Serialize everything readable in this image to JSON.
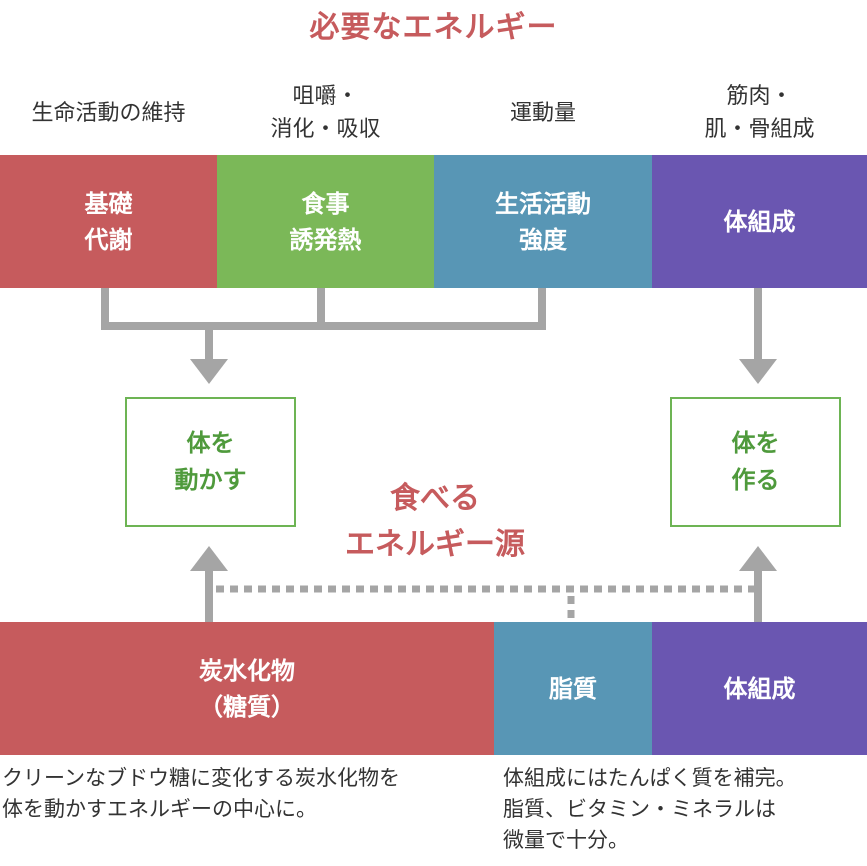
{
  "title": "必要なエネルギー",
  "top_labels": [
    [
      "生命活動の維持"
    ],
    [
      "咀嚼・",
      "消化・吸収"
    ],
    [
      "運動量"
    ],
    [
      "筋肉・",
      "肌・骨組成"
    ]
  ],
  "top_blocks": [
    [
      "基礎",
      "代謝"
    ],
    [
      "食事",
      "誘発熱"
    ],
    [
      "生活活動",
      "強度"
    ],
    [
      "体組成"
    ]
  ],
  "boxes": {
    "left": [
      "体を",
      "動かす"
    ],
    "right": [
      "体を",
      "作る"
    ]
  },
  "center_title": [
    "食べる",
    "エネルギー源"
  ],
  "bottom_blocks": [
    [
      "炭水化物",
      "（糖質）"
    ],
    [
      "脂質"
    ],
    [
      "体組成"
    ]
  ],
  "captions": {
    "left": [
      "クリーンなブドウ糖に変化する炭水化物を",
      " 体を動かすエネルギーの中心に。"
    ],
    "right": [
      "体組成にはたんぱく質を補完。",
      "脂質、ビタミン・ミネラルは",
      "微量で十分。"
    ]
  },
  "colors": {
    "red": "#c65b5d",
    "green": "#7bb858",
    "blue": "#5896b5",
    "purple": "#6a56b1",
    "box_border": "#6db454",
    "box_text": "#4f9a3c",
    "arrow": "#a5a5a5"
  }
}
